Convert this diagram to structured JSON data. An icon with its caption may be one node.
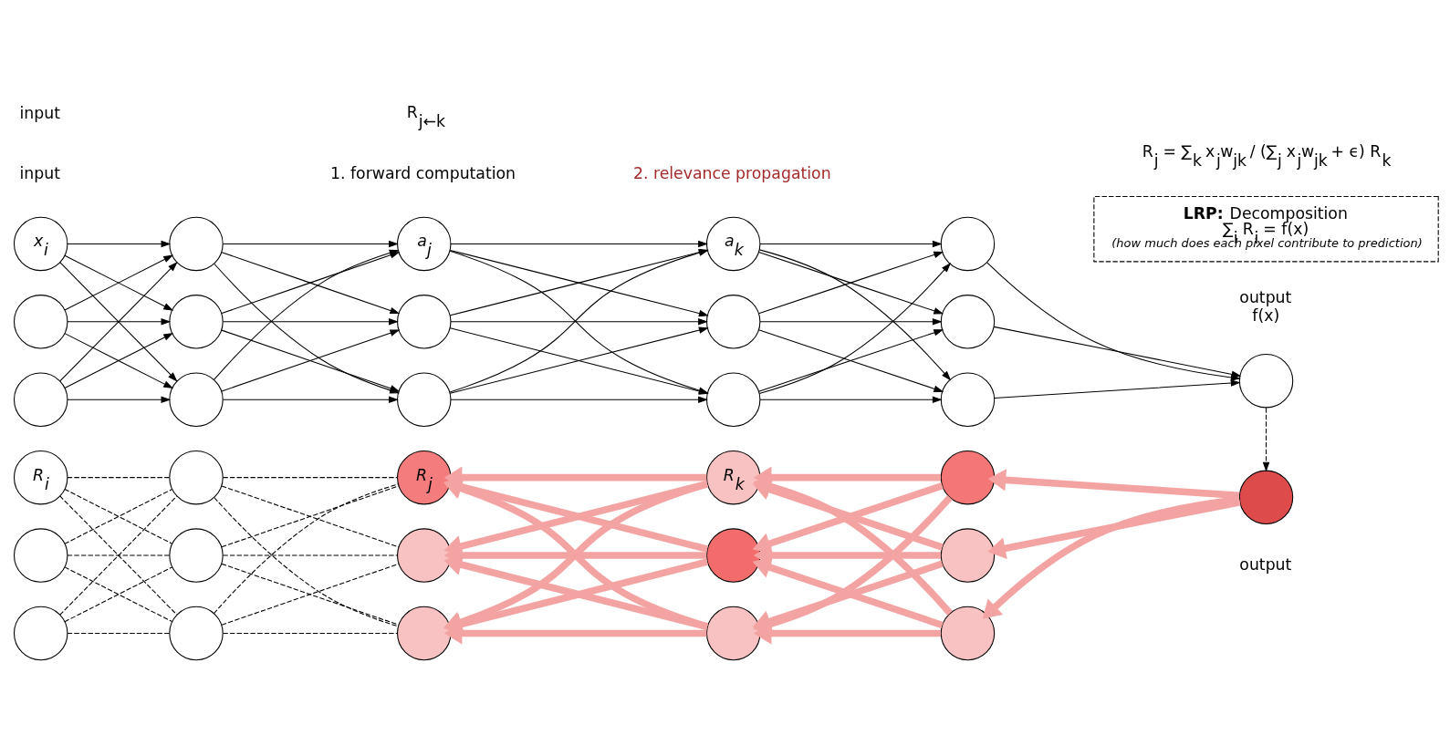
{
  "diagram": {
    "nodes": [
      {
        "text": [
          "x$_{i}$"
        ]
      },
      {
        "text": [],
        "shape": "circle"
      },
      {
        "text": [],
        "shape": "circle"
      },
      {
        "text": [],
        "shape": "circle"
      },
      {
        "text": [],
        "shape": "circle"
      },
      {
        "text": [],
        "shape": "circle"
      },
      {
        "text": [
          "a$_{j}$"
        ]
      },
      {
        "text": [],
        "shape": "circle"
      },
      {
        "text": [],
        "shape": "circle"
      },
      {
        "text": [
          "a$_{k}$"
        ]
      },
      {
        "text": [],
        "shape": "circle"
      },
      {
        "text": [],
        "shape": "circle"
      },
      {
        "text": [],
        "shape": "circle"
      },
      {
        "text": [],
        "shape": "circle"
      },
      {
        "text": [],
        "shape": "circle"
      },
      {
        "text": [],
        "shape": "circle",
        "beside": [
          "output",
          "f(x)"
        ]
      },
      {
        "text": [
          "R$_{i}$"
        ]
      },
      {
        "text": [],
        "shape": "circle"
      },
      {
        "text": [],
        "shape": "circle"
      },
      {
        "text": [],
        "shape": "circle"
      },
      {
        "text": [],
        "shape": "circle"
      },
      {
        "text": [],
        "shape": "circle"
      },
      {
        "text": [
          "R$_{j}$"
        ]
      },
      {
        "text": [],
        "shape": "circle"
      },
      {
        "text": [],
        "shape": "circle"
      },
      {
        "text": [
          "R$_{k}$"
        ]
      },
      {
        "text": [],
        "shape": "circle"
      },
      {
        "text": [],
        "shape": "circle"
      },
      {
        "text": [],
        "shape": "circle"
      },
      {
        "text": [],
        "shape": "circle"
      },
      {
        "text": [],
        "shape": "circle"
      },
      {
        "text": [],
        "shape": "circle",
        "beside": [
          "output"
        ]
      },
      {
        "text": [
          "**LRP:** Decomposition",
          "∑$_{i}$ R$_{i}$ = f(x)",
          "(how much does each pixel contribute to prediction)"
        ]
      }
    ],
    "edges": [
      {
        "from": 0,
        "to": 3,
        "arrow": "to"
      },
      {
        "from": 0,
        "to": 4,
        "arrow": "to"
      },
      {
        "from": 0,
        "to": 5,
        "arrow": "to"
      },
      {
        "from": 1,
        "to": 3,
        "arrow": "to"
      },
      {
        "from": 1,
        "to": 4,
        "arrow": "to"
      },
      {
        "from": 1,
        "to": 5,
        "arrow": "to"
      },
      {
        "from": 2,
        "to": 3,
        "arrow": "to"
      },
      {
        "from": 2,
        "to": 4,
        "arrow": "to"
      },
      {
        "from": 2,
        "to": 5,
        "arrow": "to"
      },
      {
        "from": 3,
        "to": 6,
        "arrow": "to"
      },
      {
        "from": 3,
        "to": 7,
        "arrow": "to"
      },
      {
        "from": 3,
        "to": 8,
        "arrow": "to"
      },
      {
        "from": 4,
        "to": 6,
        "arrow": "to"
      },
      {
        "from": 4,
        "to": 7,
        "arrow": "to"
      },
      {
        "from": 4,
        "to": 8,
        "arrow": "to"
      },
      {
        "from": 5,
        "to": 6,
        "arrow": "to"
      },
      {
        "from": 5,
        "to": 7,
        "arrow": "to"
      },
      {
        "from": 5,
        "to": 8,
        "arrow": "to"
      },
      {
        "from": 6,
        "to": 9,
        "arrow": "to"
      },
      {
        "from": 6,
        "to": 10,
        "arrow": "to"
      },
      {
        "from": 6,
        "to": 11,
        "arrow": "to"
      },
      {
        "from": 7,
        "to": 9,
        "arrow": "to"
      },
      {
        "from": 7,
        "to": 10,
        "arrow": "to"
      },
      {
        "from": 7,
        "to": 11,
        "arrow": "to"
      },
      {
        "from": 8,
        "to": 9,
        "arrow": "to"
      },
      {
        "from": 8,
        "to": 10,
        "arrow": "to"
      },
      {
        "from": 8,
        "to": 11,
        "arrow": "to"
      },
      {
        "from": 9,
        "to": 12,
        "arrow": "to"
      },
      {
        "from": 9,
        "to": 13,
        "arrow": "to"
      },
      {
        "from": 9,
        "to": 14,
        "arrow": "to"
      },
      {
        "from": 10,
        "to": 12,
        "arrow": "to"
      },
      {
        "from": 10,
        "to": 13,
        "arrow": "to"
      },
      {
        "from": 10,
        "to": 14,
        "arrow": "to"
      },
      {
        "from": 11,
        "to": 12,
        "arrow": "to"
      },
      {
        "from": 11,
        "to": 13,
        "arrow": "to"
      },
      {
        "from": 11,
        "to": 14,
        "arrow": "to"
      },
      {
        "from": 12,
        "to": 15,
        "arrow": "to"
      },
      {
        "from": 13,
        "to": 15,
        "arrow": "to"
      },
      {
        "from": 14,
        "to": 15,
        "arrow": "to"
      },
      {
        "from": 15,
        "to": 31,
        "arrow": "to",
        "style": "dashed"
      },
      {
        "from": 16,
        "to": 19,
        "arrow": "none",
        "style": "dashed"
      },
      {
        "from": 16,
        "to": 20,
        "arrow": "none",
        "style": "dashed"
      },
      {
        "from": 16,
        "to": 21,
        "arrow": "none",
        "style": "dashed"
      },
      {
        "from": 17,
        "to": 19,
        "arrow": "none",
        "style": "dashed"
      },
      {
        "from": 17,
        "to": 20,
        "arrow": "none",
        "style": "dashed"
      },
      {
        "from": 17,
        "to": 21,
        "arrow": "none",
        "style": "dashed"
      },
      {
        "from": 18,
        "to": 19,
        "arrow": "none",
        "style": "dashed"
      },
      {
        "from": 18,
        "to": 20,
        "arrow": "none",
        "style": "dashed"
      },
      {
        "from": 18,
        "to": 21,
        "arrow": "none",
        "style": "dashed"
      },
      {
        "from": 19,
        "to": 22,
        "arrow": "none",
        "style": "dashed"
      },
      {
        "from": 19,
        "to": 23,
        "arrow": "none",
        "style": "dashed"
      },
      {
        "from": 19,
        "to": 24,
        "arrow": "none",
        "style": "dashed"
      },
      {
        "from": 20,
        "to": 22,
        "arrow": "none",
        "style": "dashed"
      },
      {
        "from": 20,
        "to": 23,
        "arrow": "none",
        "style": "dashed"
      },
      {
        "from": 20,
        "to": 24,
        "arrow": "none",
        "style": "dashed"
      },
      {
        "from": 21,
        "to": 22,
        "arrow": "none",
        "style": "dashed"
      },
      {
        "from": 21,
        "to": 23,
        "arrow": "none",
        "style": "dashed"
      },
      {
        "from": 21,
        "to": 24,
        "arrow": "none",
        "style": "dashed"
      },
      {
        "from": 25,
        "to": 22,
        "arrow": "to",
        "style": "thick",
        "color": "#f4a3a3"
      },
      {
        "from": 25,
        "to": 23,
        "arrow": "to",
        "style": "thick",
        "color": "#f4a3a3"
      },
      {
        "from": 25,
        "to": 24,
        "arrow": "to",
        "style": "thick",
        "color": "#f4a3a3"
      },
      {
        "from": 26,
        "to": 22,
        "arrow": "to",
        "style": "thick",
        "color": "#f4a3a3"
      },
      {
        "from": 26,
        "to": 23,
        "arrow": "to",
        "style": "thick",
        "color": "#f4a3a3"
      },
      {
        "from": 26,
        "to": 24,
        "arrow": "to",
        "style": "thick",
        "color": "#f4a3a3"
      },
      {
        "from": 27,
        "to": 22,
        "arrow": "to",
        "style": "thick",
        "color": "#f4a3a3"
      },
      {
        "from": 27,
        "to": 23,
        "arrow": "to",
        "style": "thick",
        "color": "#f4a3a3"
      },
      {
        "from": 27,
        "to": 24,
        "arrow": "to",
        "style": "thick",
        "color": "#f4a3a3"
      },
      {
        "from": 28,
        "to": 25,
        "arrow": "to",
        "style": "thick",
        "color": "#f4a3a3"
      },
      {
        "from": 28,
        "to": 26,
        "arrow": "to",
        "style": "thick",
        "color": "#f4a3a3"
      },
      {
        "from": 28,
        "to": 27,
        "arrow": "to",
        "style": "thick",
        "color": "#f4a3a3"
      },
      {
        "from": 29,
        "to": 25,
        "arrow": "to",
        "style": "thick",
        "color": "#f4a3a3"
      },
      {
        "from": 29,
        "to": 26,
        "arrow": "to",
        "style": "thick",
        "color": "#f4a3a3"
      },
      {
        "from": 29,
        "to": 27,
        "arrow": "to",
        "style": "thick",
        "color": "#f4a3a3"
      },
      {
        "from": 30,
        "to": 25,
        "arrow": "to",
        "style": "thick",
        "color": "#f4a3a3"
      },
      {
        "from": 30,
        "to": 26,
        "arrow": "to",
        "style": "thick",
        "color": "#f4a3a3"
      },
      {
        "from": 30,
        "to": 27,
        "arrow": "to",
        "style": "thick",
        "color": "#f4a3a3"
      },
      {
        "from": 31,
        "to": 28,
        "arrow": "to",
        "style": "thick",
        "color": "#f4a3a3"
      },
      {
        "from": 31,
        "to": 29,
        "arrow": "to",
        "style": "thick",
        "color": "#f4a3a3"
      },
      {
        "from": 31,
        "to": 30,
        "arrow": "to",
        "style": "thick",
        "color": "#f4a3a3"
      }
    ],
    "labels": [
      "1. forward computation",
      "input",
      "2. relevance propagation",
      "input",
      "R$_{j←k}$",
      "R$_{j}$ = ∑$_{k}$ x$_{j}$w$_{jk}$ / (∑$_{j}$ x$_{j}$w$_{jk}$ + ϵ) R$_{k}$"
    ]
  }
}
